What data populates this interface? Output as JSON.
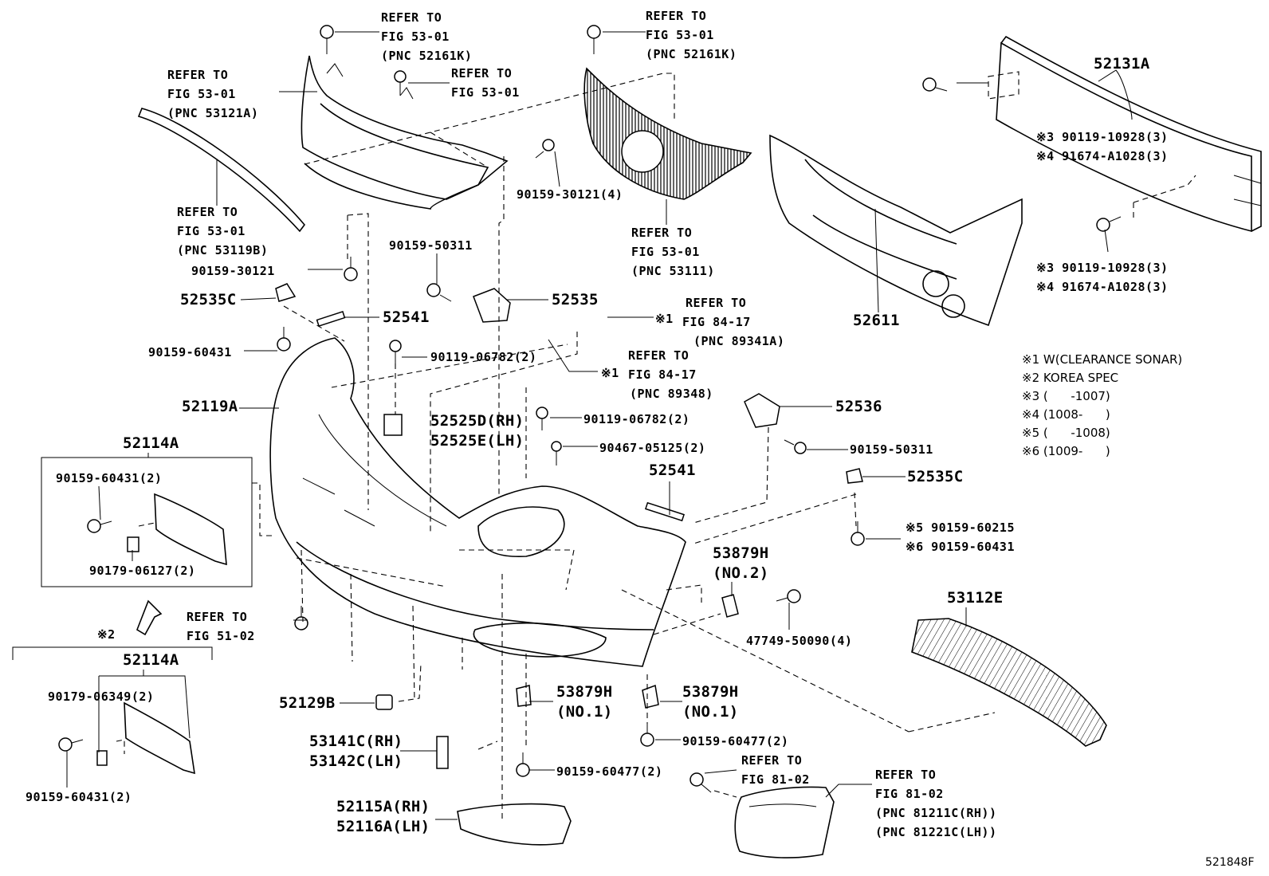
{
  "figure_id": "521848F",
  "notes": {
    "n1": "※1 W(CLEARANCE SONAR)",
    "n2": "※2 KOREA SPEC",
    "n3": "※3 (      -1007)",
    "n4": "※4 (1008-      )",
    "n5": "※5 (      -1008)",
    "n6": "※6 (1009-      )"
  },
  "labels": {
    "ref_grille_top_clip": [
      "REFER TO",
      "FIG 53-01",
      "(PNC 52161K)"
    ],
    "ref_grille_top_clip2": [
      "REFER TO",
      "FIG 53-01",
      "(PNC 52161K)"
    ],
    "ref_grille_frame": [
      "REFER TO",
      "FIG 53-01",
      "(PNC 53121A)"
    ],
    "ref_grille_screw": [
      "REFER TO",
      "FIG 53-01"
    ],
    "ref_molding": [
      "REFER TO",
      "FIG 53-01",
      "(PNC 53119B)"
    ],
    "ref_grille": [
      "REFER TO",
      "FIG 53-01",
      "(PNC 53111)"
    ],
    "ref_sonar_a": [
      "REFER TO",
      "FIG 84-17",
      "(PNC 89341A)"
    ],
    "ref_sonar_b": [
      "REFER TO",
      "FIG 84-17",
      "(PNC 89348)"
    ],
    "ref_fig51": [
      "REFER TO",
      "FIG 51-02"
    ],
    "ref_fig81a": [
      "REFER TO",
      "FIG 81-02"
    ],
    "ref_fig81b": [
      "REFER TO",
      "FIG 81-02",
      "(PNC 81211C(RH))",
      "(PNC 81221C(LH))"
    ],
    "sonar_mark_a": "※1",
    "sonar_mark_b": "※1",
    "korea_mark": "※2",
    "p52131A": "52131A",
    "p52611": "52611",
    "p52535": "52535",
    "p52535C_l": "52535C",
    "p52535C_r": "52535C",
    "p52541_l": "52541",
    "p52541_r": "52541",
    "p52119A": "52119A",
    "p52114A_a": "52114A",
    "p52114A_b": "52114A",
    "p52525": [
      "52525D(RH)",
      "52525E(LH)"
    ],
    "p52536": "52536",
    "p53879H_top": [
      "53879H",
      "(NO.2)"
    ],
    "p53112E": "53112E",
    "p53879H_l": [
      "53879H",
      "(NO.1)"
    ],
    "p53879H_r": [
      "53879H",
      "(NO.1)"
    ],
    "p52129B": "52129B",
    "p53141C": [
      "53141C(RH)",
      "53142C(LH)"
    ],
    "p52115A": [
      "52115A(RH)",
      "52116A(LH)"
    ],
    "s_90119_10928_top": "※3 90119-10928(3)",
    "s_91674_top": "※4 91674-A1028(3)",
    "s_90119_10928_bot": "※3 90119-10928(3)",
    "s_91674_bot": "※4 91674-A1028(3)",
    "s_90159_30121_4": "90159-30121(4)",
    "s_90159_30121": "90159-30121",
    "s_90159_50311_l": "90159-50311",
    "s_90159_50311_r": "90159-50311",
    "s_90159_60431_a": "90159-60431",
    "s_90119_06782_a": "90119-06782(2)",
    "s_90119_06782_b": "90119-06782(2)",
    "s_90467_05125": "90467-05125(2)",
    "s_90159_60431_box": "90159-60431(2)",
    "s_90179_06127": "90179-06127(2)",
    "s_90159_60215": "※5 90159-60215",
    "s_90159_60431_c": "※6 90159-60431",
    "s_47749_50090": "47749-50090(4)",
    "s_90179_06349": "90179-06349(2)",
    "s_90159_60431_k": "90159-60431(2)",
    "s_90159_60477_r": "90159-60477(2)",
    "s_90159_60477_l": "90159-60477(2)"
  }
}
